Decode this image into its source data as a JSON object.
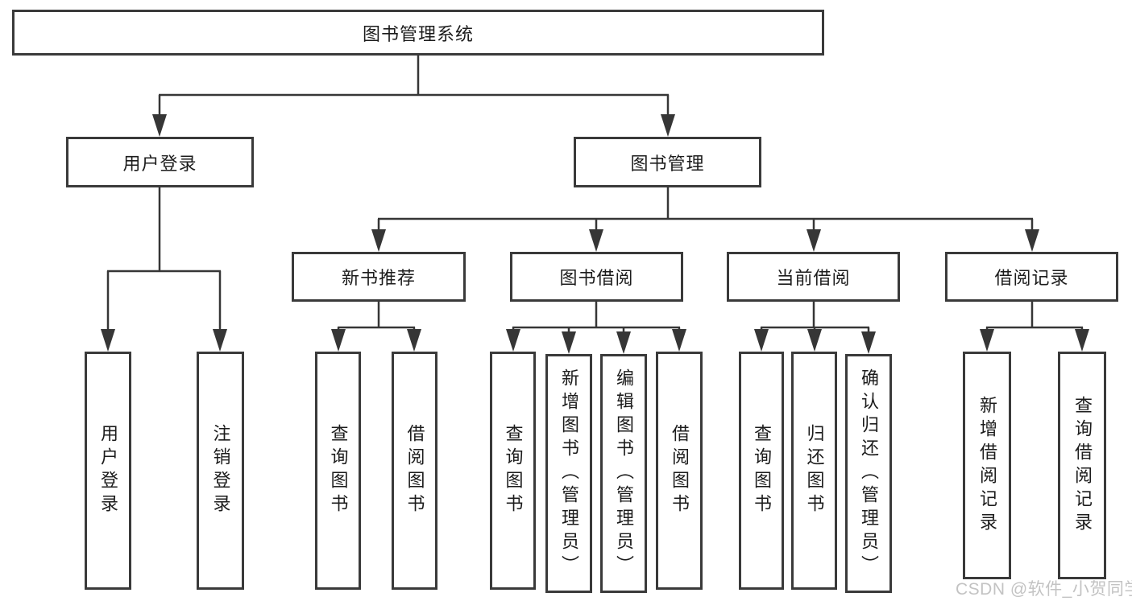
{
  "tree": {
    "label": "图书管理系统",
    "children": [
      {
        "label": "用户登录",
        "children": [
          {
            "label": "用户登录"
          },
          {
            "label": "注销登录"
          }
        ]
      },
      {
        "label": "图书管理",
        "children": [
          {
            "label": "新书推荐",
            "children": [
              {
                "label": "查询图书"
              },
              {
                "label": "借阅图书"
              }
            ]
          },
          {
            "label": "图书借阅",
            "children": [
              {
                "label": "查询图书"
              },
              {
                "label": "新增图书（管理员）"
              },
              {
                "label": "编辑图书（管理员）"
              },
              {
                "label": "借阅图书"
              }
            ]
          },
          {
            "label": "当前借阅",
            "children": [
              {
                "label": "查询图书"
              },
              {
                "label": "归还图书"
              },
              {
                "label": "确认归还（管理员）"
              }
            ]
          },
          {
            "label": "借阅记录",
            "children": [
              {
                "label": "新增借阅记录"
              },
              {
                "label": "查询借阅记录"
              }
            ]
          }
        ]
      }
    ]
  },
  "watermark": {
    "text": "CSDN @软件_小贺同学"
  },
  "colors": {
    "line": "#363636",
    "box_border": "#3a3a3a",
    "text": "#1c1c1c",
    "watermark": "#c3c3c3",
    "background": "#ffffff"
  }
}
